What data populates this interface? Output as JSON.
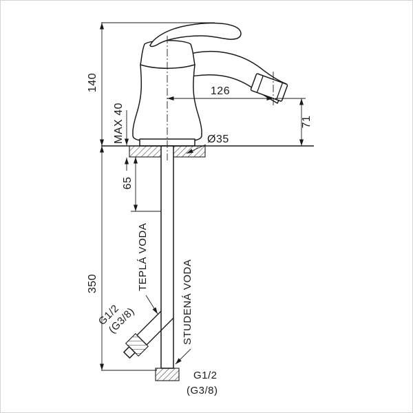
{
  "drawing": {
    "colors": {
      "line": "#1a1a1a",
      "background": "#ffffff",
      "frame": "#d5d5d5"
    },
    "dims": {
      "height_total": "140",
      "max_mount": "MAX 40",
      "spout_reach": "126",
      "spout_height": "71",
      "hole_diameter": "Ø35",
      "shank_below": "65",
      "hose_length": "350"
    },
    "labels": {
      "hot_water": "TEPLÁ VODA",
      "cold_water": "STUDENÁ VODA",
      "hot_thread_size": "G1/2",
      "hot_thread_alt": "(G3/8)",
      "cold_thread_size": "G1/2",
      "cold_thread_alt": "(G3/8)"
    }
  }
}
